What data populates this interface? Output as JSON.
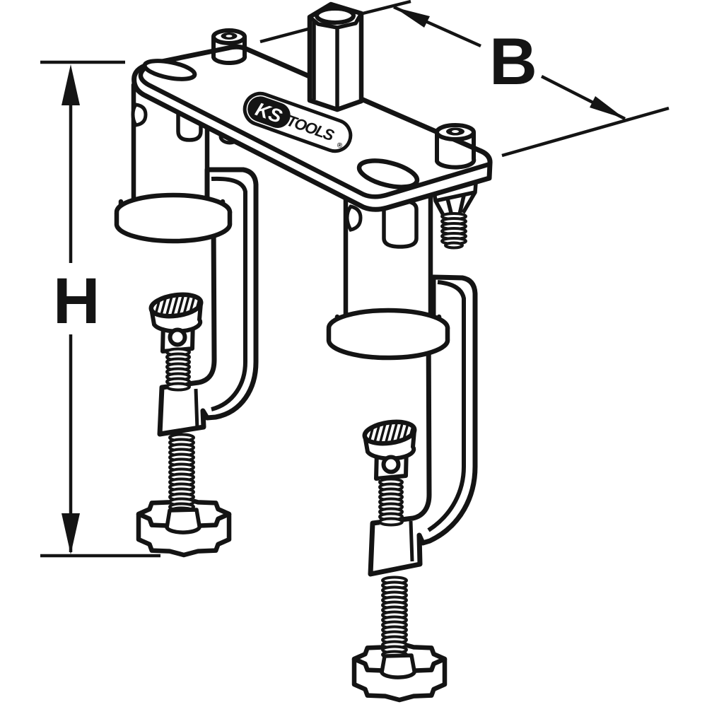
{
  "page": {
    "title": "Technical line drawing of KS Tools double-clamp mounting bracket",
    "background_color": "#ffffff",
    "line_color": "#141414"
  },
  "dimensions": {
    "height_label": "H",
    "width_label": "B"
  },
  "brand": {
    "name_left": "KS",
    "name_right": "TOOLS",
    "registered_mark": "®"
  }
}
